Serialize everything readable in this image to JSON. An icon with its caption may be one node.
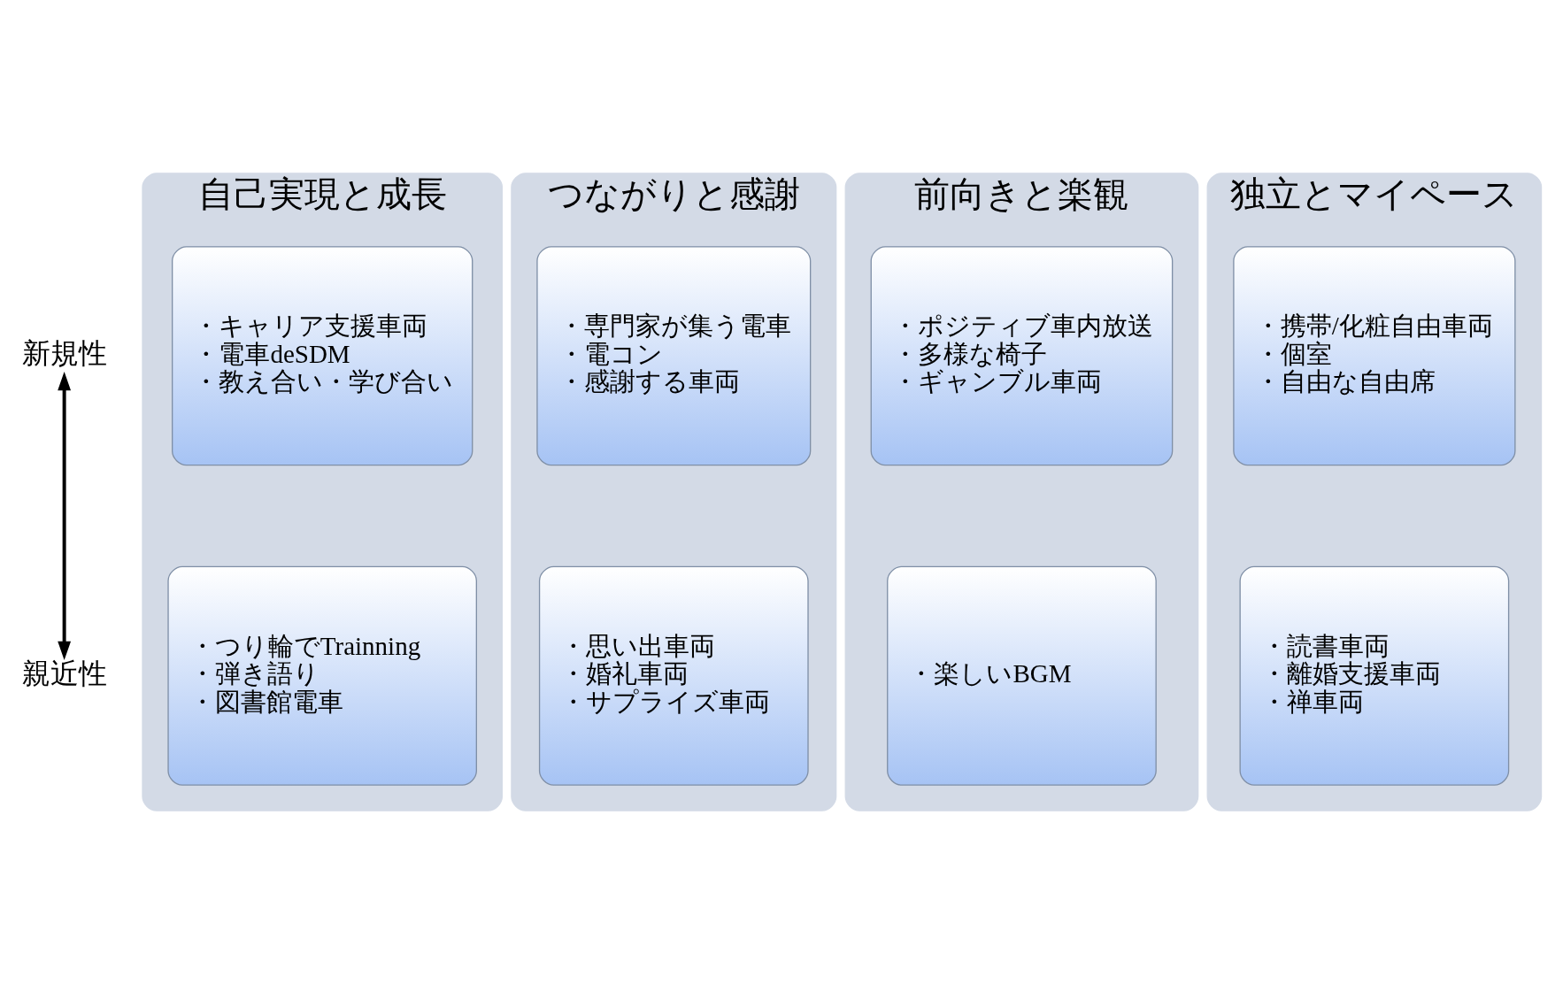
{
  "diagram": {
    "nodes": [
      {
        "text": [
          "新規性"
        ]
      },
      {
        "text": [
          "親近性"
        ]
      },
      {
        "text": [
          "自己実現と成長"
        ]
      },
      {
        "text": [
          "・キャリア支援車両",
          "・電車deSDM",
          "・教え合い・学び合い"
        ],
        "in": 2
      },
      {
        "text": [
          "・つり輪でTrainning",
          "・弾き語り",
          "・図書館電車"
        ],
        "in": 2
      },
      {
        "text": [
          "つながりと感謝"
        ]
      },
      {
        "text": [
          "・専門家が集う電車",
          "・電コン",
          "・感謝する車両"
        ],
        "in": 5
      },
      {
        "text": [
          "・思い出車両",
          "・婚礼車両",
          "・サプライズ車両"
        ],
        "in": 5
      },
      {
        "text": [
          "前向きと楽観"
        ]
      },
      {
        "text": [
          "・ポジティブ車内放送",
          "・多様な椅子",
          "・ギャンブル車両"
        ],
        "in": 8
      },
      {
        "text": [
          "・楽しいBGM"
        ],
        "in": 8
      },
      {
        "text": [
          "独立とマイペース"
        ]
      },
      {
        "text": [
          "・携帯/化粧自由車両",
          "・個室",
          "・自由な自由席"
        ],
        "in": 11
      },
      {
        "text": [
          "・読書車両",
          "・離婚支援車両",
          "・禅車両"
        ],
        "in": 11
      }
    ],
    "edges": [
      {
        "from": 0,
        "to": 1,
        "arrow": "both"
      }
    ]
  }
}
